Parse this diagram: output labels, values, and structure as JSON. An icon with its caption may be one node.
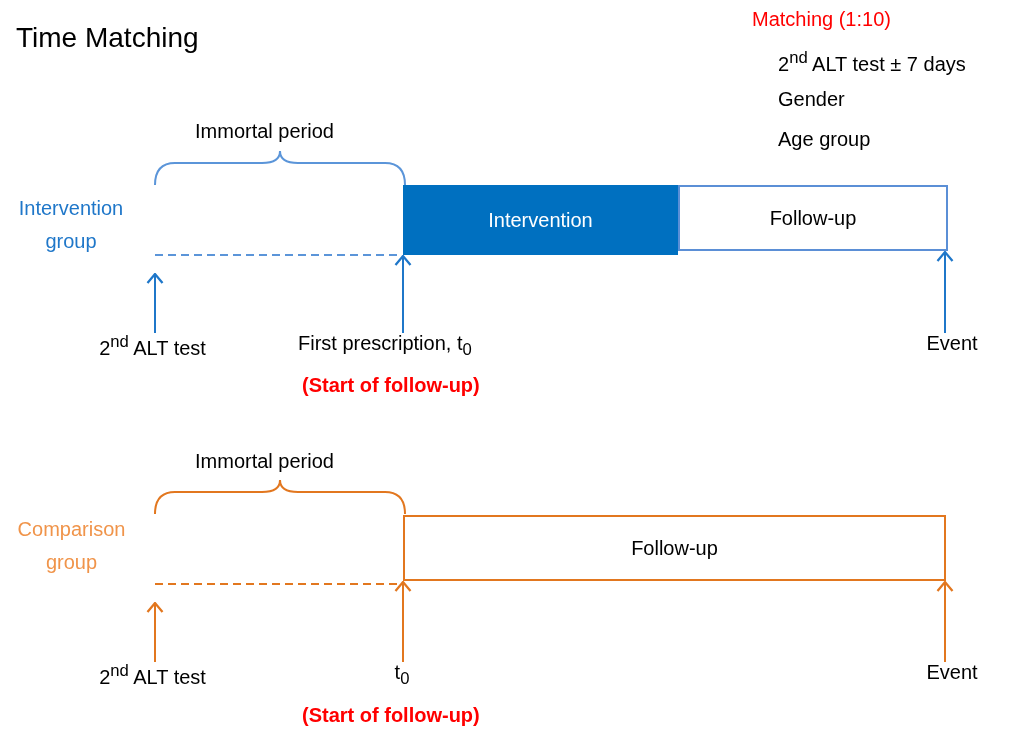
{
  "diagram": {
    "title": "Time Matching",
    "nodes": [
      {
        "text": [
          "Intervention"
        ]
      },
      {
        "text": [
          "Follow-up"
        ]
      },
      {
        "text": [
          "2$^{nd}$ ALT test"
        ]
      },
      {
        "text": [
          "First prescription, t$_{0}$"
        ],
        "beside": [
          "(Start of follow-up)"
        ]
      },
      {
        "text": [
          "Event"
        ]
      },
      {
        "text": [
          "Follow-up"
        ]
      },
      {
        "text": [
          "2$^{nd}$ ALT test"
        ]
      },
      {
        "text": [
          "t$_{0}$"
        ],
        "beside": [
          "(Start of follow-up)"
        ]
      },
      {
        "text": [
          "Event"
        ]
      }
    ],
    "edges": [
      {
        "from": 2,
        "to": null,
        "arrow": "to",
        "color": "#1f77c9"
      },
      {
        "from": 3,
        "to": 0,
        "arrow": "to",
        "color": "#1f77c9"
      },
      {
        "from": 4,
        "to": 1,
        "arrow": "to",
        "color": "#1f77c9"
      },
      {
        "from": 6,
        "to": null,
        "arrow": "to",
        "color": "#e2771f"
      },
      {
        "from": 7,
        "to": 5,
        "arrow": "to",
        "color": "#e2771f"
      },
      {
        "from": 8,
        "to": 5,
        "arrow": "to",
        "color": "#e2771f"
      }
    ],
    "labels": [
      "Matching (1:10)",
      "2$^{nd}$ ALT test ± 7 days",
      "Gender",
      "Age group",
      "Immortal period",
      "Intervention group",
      "Immortal period",
      "Comparison group"
    ]
  }
}
